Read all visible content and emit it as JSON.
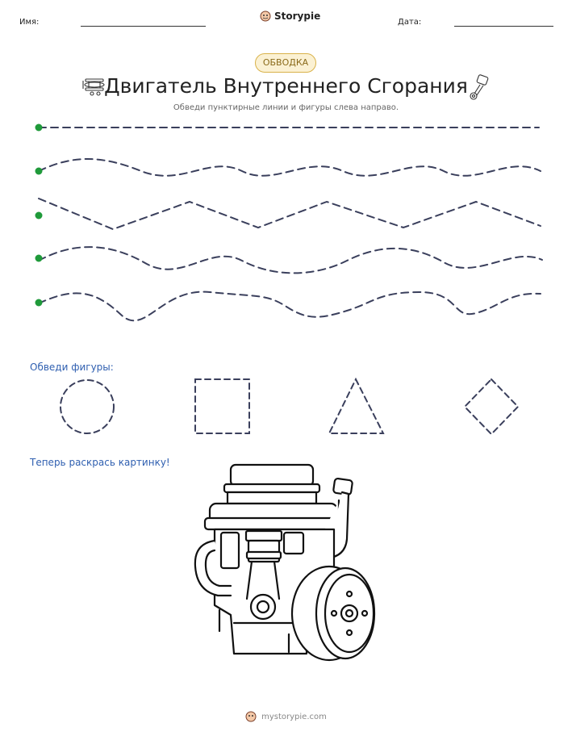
{
  "header": {
    "name_label": "Имя:",
    "date_label": "Дата:",
    "brand": "Storypie"
  },
  "badge": "ОБВОДКА",
  "title": "Двигатель Внутреннего Сгорания",
  "subtitle": "Обведи пунктирные линии и фигуры слева направо.",
  "shapes_heading": "Обведи фигуры:",
  "color_heading": "Теперь раскрась картинку!",
  "footer": "mystorypie.com",
  "colors": {
    "dash": "#3a3f5c",
    "start_dot": "#1f9a3a",
    "accent": "#2f5fb0"
  },
  "trace_lines": [
    "straight",
    "wave",
    "zigzag",
    "wave",
    "wave"
  ],
  "shapes": [
    "circle",
    "square",
    "triangle",
    "diamond"
  ]
}
